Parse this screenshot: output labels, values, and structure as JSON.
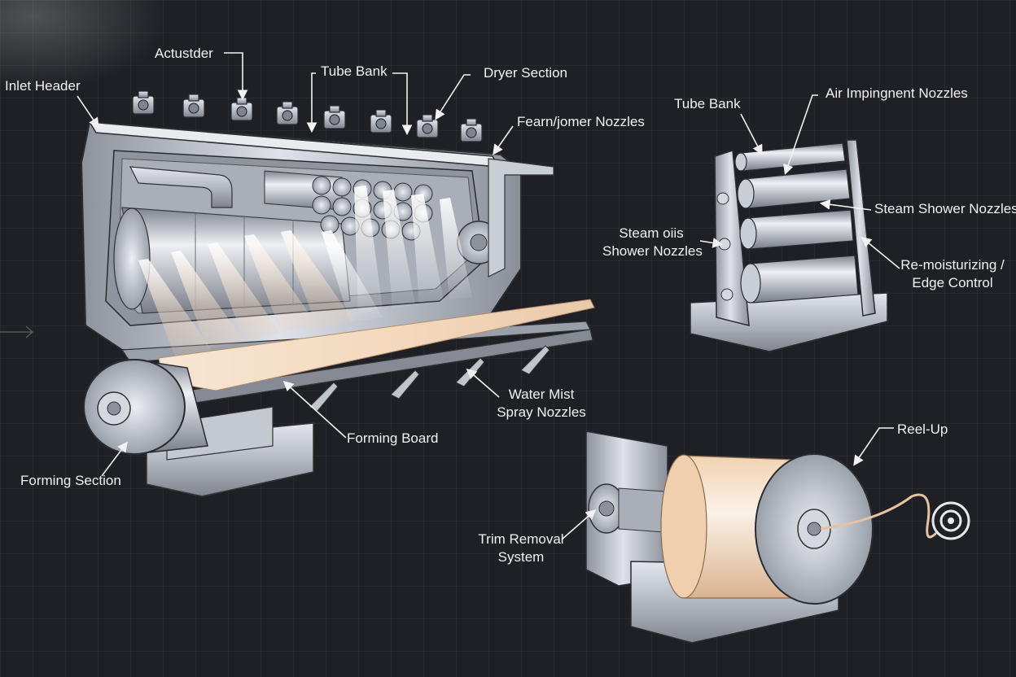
{
  "labels": {
    "actuator": "Actustder",
    "tube_bank_top": "Tube Bank",
    "dryer_section": "Dryer Section",
    "inlet_header": "Inlet Header",
    "foam_nozzles": "Fearn/jomer Nozzles",
    "tube_bank_right": "Tube Bank",
    "air_nozzles": "Air Impingnent Nozzles",
    "steam_shower_right": "Steam Shower Nozzles",
    "steam_shower_left_1": "Steam oiis",
    "steam_shower_left_2": "Shower Nozzles",
    "remoisturizing_1": "Re-moisturizing /",
    "remoisturizing_2": "Edge Control",
    "water_mist_1": "Water Mist",
    "water_mist_2": "Spray Nozzles",
    "forming_board": "Forming Board",
    "forming_section": "Forming Section",
    "reel_up": "Reel-Up",
    "trim_removal_1": "Trim Removal",
    "trim_removal_2": "System"
  },
  "colors": {
    "background": "#1f2025",
    "metal": "#b9bec8",
    "metal_dark": "#7e838d",
    "paper": "#f3dcc3",
    "label": "#f2f2f2"
  }
}
